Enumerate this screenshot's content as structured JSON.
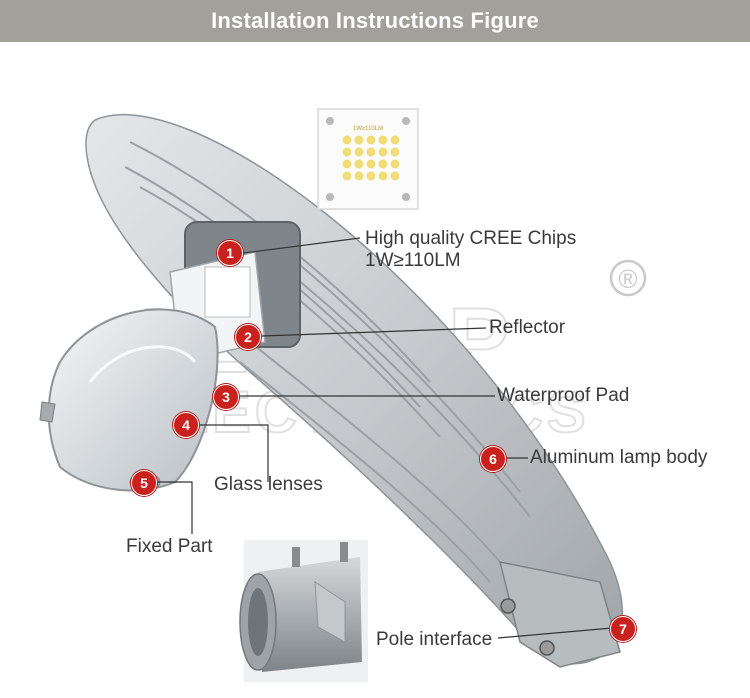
{
  "banner": {
    "title": "Installation Instructions Figure"
  },
  "watermark": {
    "line1": "ALLTOP",
    "line2": "ELECTRONICS"
  },
  "registered_mark": "®",
  "chip_label": "1W≥110LM",
  "colors": {
    "banner": "#a3a09c",
    "badge": "#c8211e",
    "leader": "#333333",
    "body": "#c9cdd0"
  },
  "callouts": [
    {
      "num": "1",
      "label_line1": "High quality CREE Chips",
      "label_line2": "1W≥110LM"
    },
    {
      "num": "2",
      "label_line1": "Reflector"
    },
    {
      "num": "3",
      "label_line1": "Waterproof Pad"
    },
    {
      "num": "4",
      "label_line1": "Glass lenses"
    },
    {
      "num": "5",
      "label_line1": "Fixed Part"
    },
    {
      "num": "6",
      "label_line1": "Aluminum lamp body"
    },
    {
      "num": "7",
      "label_line1": "Pole interface"
    }
  ]
}
